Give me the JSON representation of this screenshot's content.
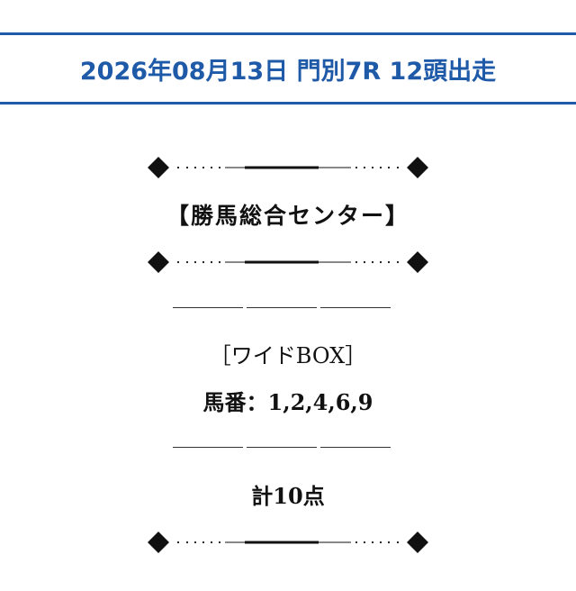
{
  "header": {
    "title": "2026年08月13日 門別7R 12頭出走",
    "accent_color": "#1e5aa8"
  },
  "dividers": {
    "icon": "diamond-icon",
    "ornament": "diamond-dotted-line"
  },
  "content": {
    "brand": "【勝馬総合センター】",
    "bet_type": "［ワイドBOX］",
    "horses": "馬番：1,2,4,6,9",
    "total": "計10点"
  }
}
